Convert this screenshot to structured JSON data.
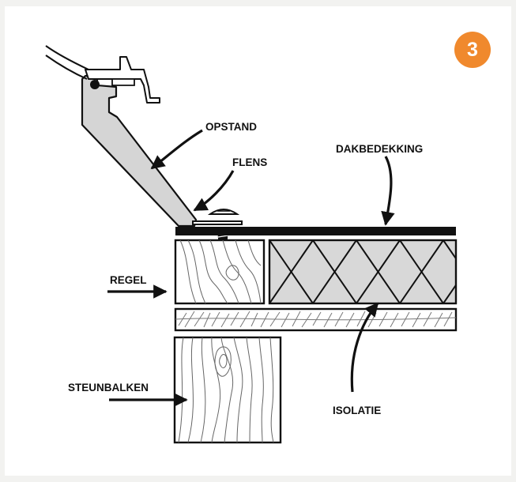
{
  "step": {
    "number": "3",
    "color": "#f0892d"
  },
  "labels": {
    "opstand": "OPSTAND",
    "flens": "FLENS",
    "dakbedekking": "DAKBEDEKKING",
    "regel": "REGEL",
    "steunbalken": "STEUNBALKEN",
    "isolatie": "ISOLATIE"
  }
}
